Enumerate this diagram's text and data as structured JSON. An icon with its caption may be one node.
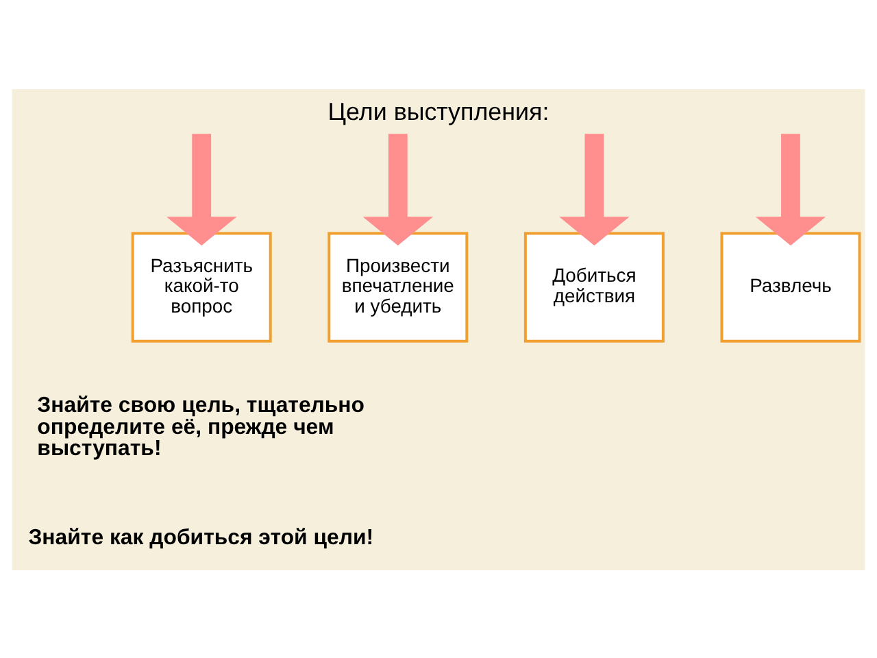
{
  "diagram": {
    "title": "Цели выступления:",
    "nodes": [
      {
        "text": [
          "Разъяснить какой-то вопрос"
        ]
      },
      {
        "text": [
          "Произвести впечатление и убедить"
        ]
      },
      {
        "text": [
          "Добиться действия"
        ]
      },
      {
        "text": [
          "Развлечь"
        ]
      }
    ],
    "edges": [
      {
        "from": null,
        "to": 0,
        "arrow": "to"
      },
      {
        "from": null,
        "to": 1,
        "arrow": "to"
      },
      {
        "from": null,
        "to": 2,
        "arrow": "to"
      },
      {
        "from": null,
        "to": 3,
        "arrow": "to"
      }
    ],
    "labels": [
      "Знайте свою цель, тщательно определите её, прежде чем выступать!",
      "Знайте как добиться этой цели!"
    ]
  }
}
